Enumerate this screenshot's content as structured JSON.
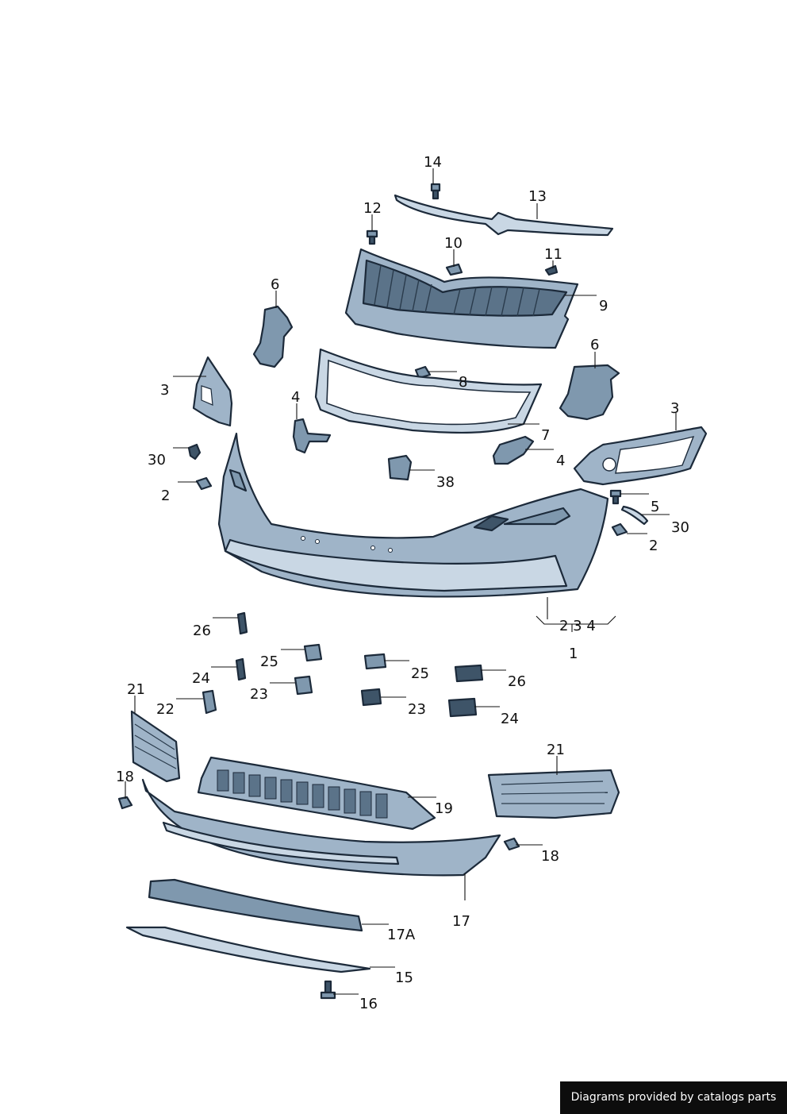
{
  "labels": {
    "l14": "14",
    "l13": "13",
    "l12": "12",
    "l10": "10",
    "l11": "11",
    "l9": "9",
    "l6a": "6",
    "l6b": "6",
    "l8": "8",
    "l3a": "3",
    "l3b": "3",
    "l4a": "4",
    "l4b": "4",
    "l7": "7",
    "l30a": "30",
    "l30b": "30",
    "l38": "38",
    "l2a": "2",
    "l2b": "2",
    "l5": "5",
    "l234": "2 3 4",
    "l1": "1",
    "l26a": "26",
    "l26b": "26",
    "l25a": "25",
    "l25b": "25",
    "l24a": "24",
    "l24b": "24",
    "l23a": "23",
    "l23b": "23",
    "l22": "22",
    "l21a": "21",
    "l21b": "21",
    "l18a": "18",
    "l18b": "18",
    "l19": "19",
    "l17": "17",
    "l17a": "17A",
    "l15": "15",
    "l16": "16"
  },
  "footer": {
    "credit": "Diagrams provided by catalogs parts"
  }
}
